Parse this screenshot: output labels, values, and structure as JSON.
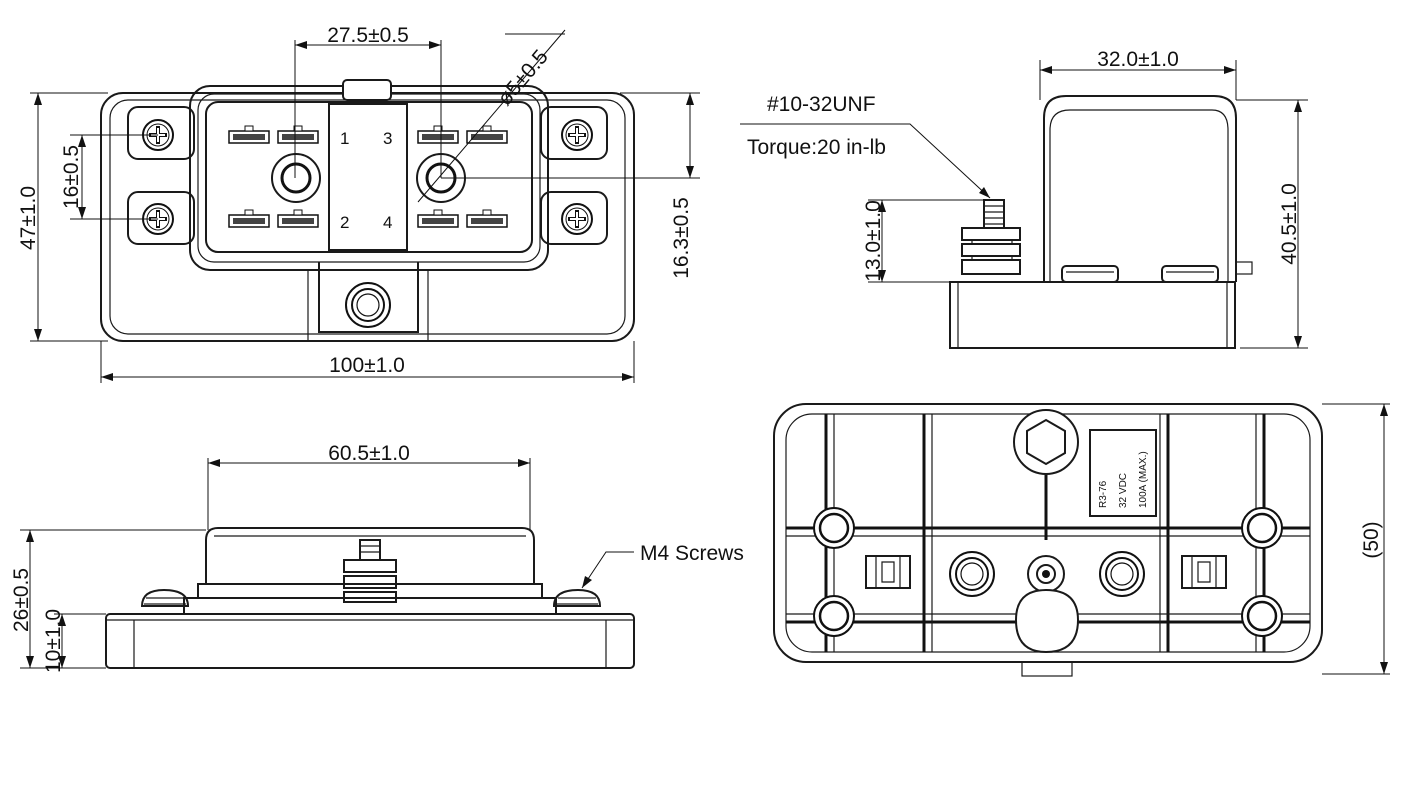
{
  "top_view": {
    "dim_pitch": "27.5±0.5",
    "dim_hole": "ø5±0.5",
    "dim_height": "47±1.0",
    "dim_screw_pitch": "16±0.5",
    "dim_offset": "16.3±0.5",
    "dim_width": "100±1.0",
    "slot_labels": [
      "1",
      "3",
      "2",
      "4"
    ]
  },
  "side_view": {
    "thread_label": "#10-32UNF",
    "torque_label": "Torque:20 in-lb",
    "dim_depth": "32.0±1.0",
    "dim_height": "40.5±1.0",
    "dim_stud": "13.0±1.0"
  },
  "front_view": {
    "dim_cover_width": "60.5±1.0",
    "dim_total_height": "26±0.5",
    "dim_base_height": "10±1.0",
    "screws_label": "M4 Screws"
  },
  "bottom_view": {
    "dim_overall": "(50)",
    "label_lines": [
      "R3-76",
      "32 VDC",
      "100A (MAX.)"
    ]
  }
}
